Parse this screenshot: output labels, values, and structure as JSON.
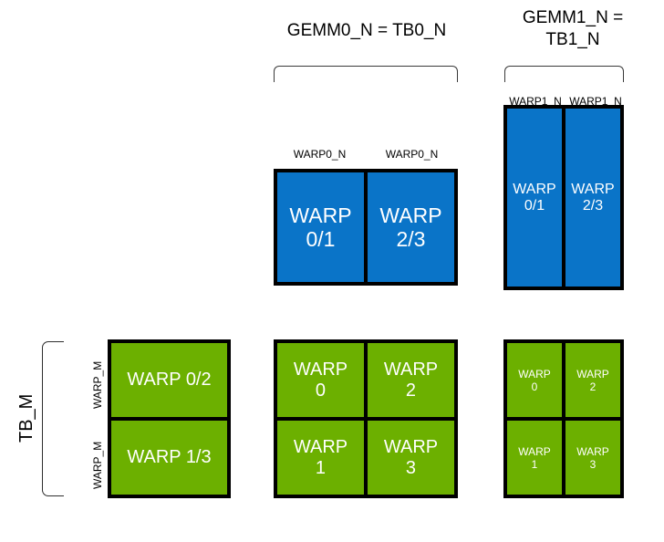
{
  "diagram": {
    "title_gemm0": "GEMM0_N = TB0_N",
    "title_gemm1": "GEMM1_N =\nTB1_N",
    "colors": {
      "blue": "#0a74c8",
      "green": "#6cb000",
      "outline": "#000000",
      "bracket": "#3a3a3a",
      "text_on_fill": "#ffffff",
      "text": "#000000",
      "background": "#ffffff"
    },
    "left_axis": {
      "tb_label": "TB_M",
      "warp_label_top": "WARP_M",
      "warp_label_bottom": "WARP_M"
    },
    "gemm0_top": {
      "col_labels": [
        "WARP0_N",
        "WARP0_N"
      ],
      "cells": [
        "WARP\n0/1",
        "WARP\n2/3"
      ]
    },
    "gemm1_top": {
      "col_labels": [
        "WARP1_N",
        "WARP1_N"
      ],
      "cells": [
        "WARP\n0/1",
        "WARP\n2/3"
      ]
    },
    "left_grid": {
      "cells": [
        "WARP 0/2",
        "WARP 1/3"
      ]
    },
    "gemm0_grid": {
      "cells": [
        [
          "WARP\n0",
          "WARP\n2"
        ],
        [
          "WARP\n1",
          "WARP\n3"
        ]
      ]
    },
    "gemm1_grid": {
      "cells": [
        [
          "WARP\n0",
          "WARP\n2"
        ],
        [
          "WARP\n1",
          "WARP\n3"
        ]
      ]
    }
  }
}
